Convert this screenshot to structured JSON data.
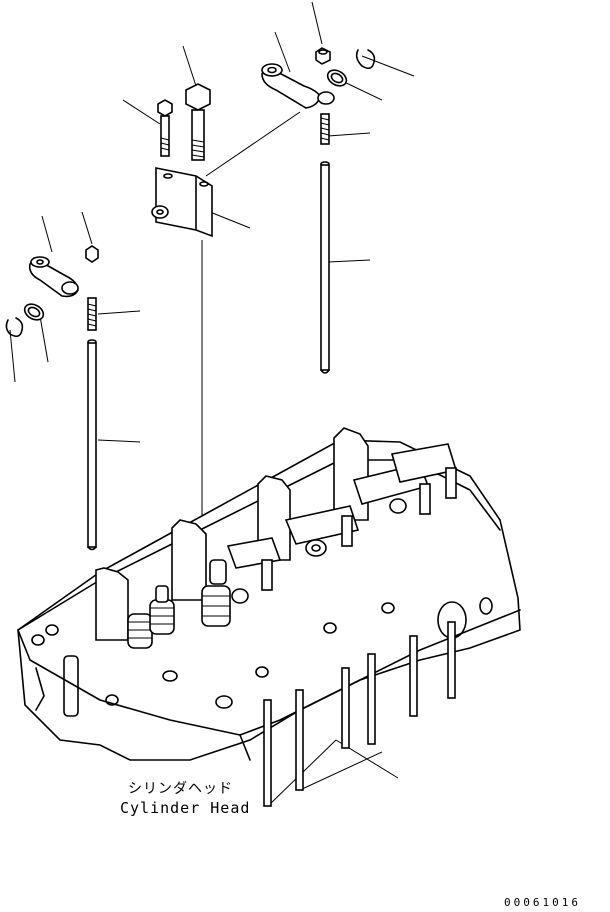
{
  "caption": {
    "japanese": "シリンダヘッド",
    "english": "Cylinder Head"
  },
  "drawing_number": "00061016",
  "parts": [
    {
      "name": "rocker-arm-upper"
    },
    {
      "name": "adjusting-nut-upper"
    },
    {
      "name": "washer-upper"
    },
    {
      "name": "snap-ring-upper"
    },
    {
      "name": "adjusting-screw-upper"
    },
    {
      "name": "push-rod-upper"
    },
    {
      "name": "bolt-long"
    },
    {
      "name": "bolt-short"
    },
    {
      "name": "rocker-shaft-support"
    },
    {
      "name": "rocker-arm-left"
    },
    {
      "name": "adjusting-nut-left"
    },
    {
      "name": "washer-left"
    },
    {
      "name": "snap-ring-left"
    },
    {
      "name": "adjusting-screw-left"
    },
    {
      "name": "push-rod-left"
    },
    {
      "name": "push-rod-group"
    },
    {
      "name": "cylinder-head"
    }
  ]
}
